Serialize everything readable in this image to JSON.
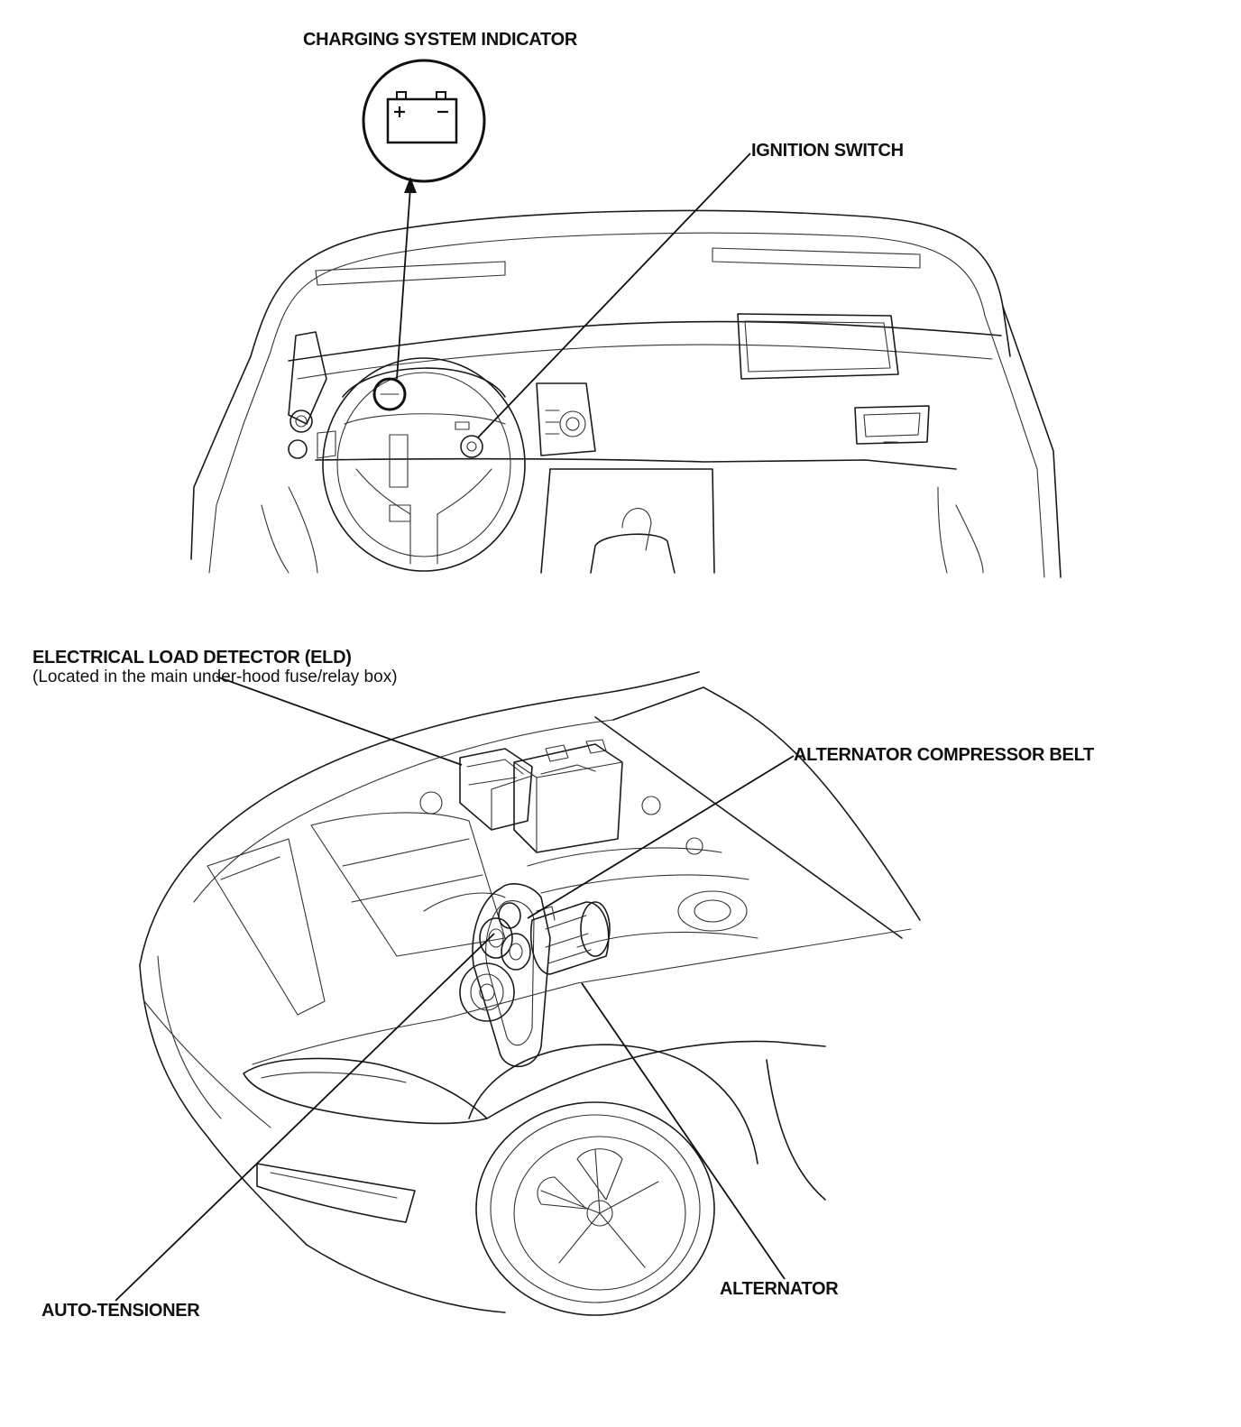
{
  "labels": {
    "charging_indicator": "CHARGING SYSTEM INDICATOR",
    "ignition_switch": "IGNITION SWITCH",
    "eld": "ELECTRICAL LOAD DETECTOR (ELD)",
    "eld_location": "(Located in the main under-hood fuse/relay box)",
    "belt": "ALTERNATOR COMPRESSOR BELT",
    "auto_tensioner": "AUTO-TENSIONER",
    "alternator": "ALTERNATOR"
  },
  "indicator_icon": {
    "name": "battery-icon",
    "plus": "+",
    "minus": "−"
  },
  "colors": {
    "line": "#111111",
    "background": "#ffffff"
  }
}
